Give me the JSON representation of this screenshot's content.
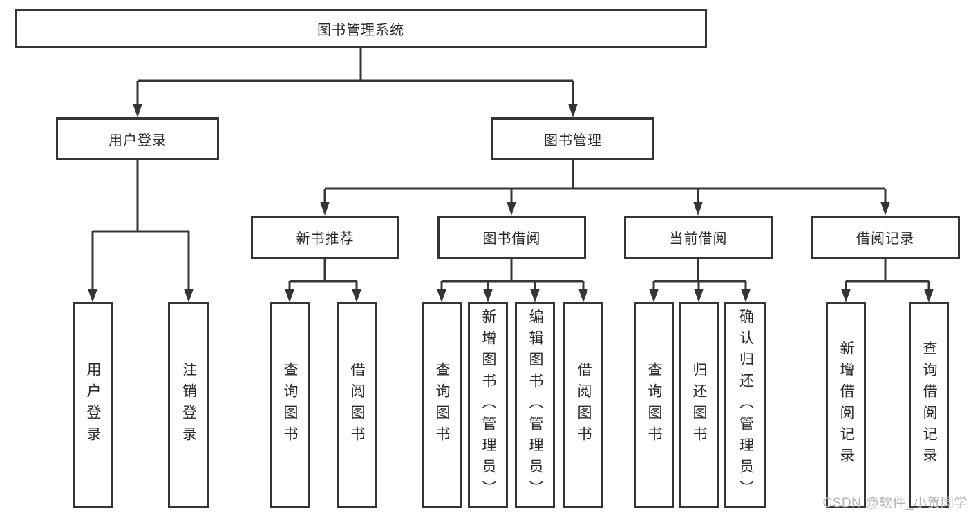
{
  "root": {
    "label": "图书管理系统"
  },
  "level2": [
    {
      "label": "用户登录"
    },
    {
      "label": "图书管理"
    }
  ],
  "level3": [
    {
      "label": "新书推荐"
    },
    {
      "label": "图书借阅"
    },
    {
      "label": "当前借阅"
    },
    {
      "label": "借阅记录"
    }
  ],
  "leaves": [
    {
      "label": "用户登录"
    },
    {
      "label": "注销登录"
    },
    {
      "label": "查询图书"
    },
    {
      "label": "借阅图书"
    },
    {
      "label": "查询图书"
    },
    {
      "label": "新增图书（管理员）"
    },
    {
      "label": "编辑图书（管理员）"
    },
    {
      "label": "借阅图书"
    },
    {
      "label": "查询图书"
    },
    {
      "label": "归还图书"
    },
    {
      "label": "确认归还（管理员）"
    },
    {
      "label": "新增借阅记录"
    },
    {
      "label": "查询借阅记录"
    }
  ],
  "watermark": {
    "text": "CSDN @软件_小贺同学"
  },
  "colors": {
    "line": "#353535",
    "border": "#353535",
    "text": "#2a2a2a",
    "watermark": "#b5b5b5",
    "background": "#ffffff"
  }
}
